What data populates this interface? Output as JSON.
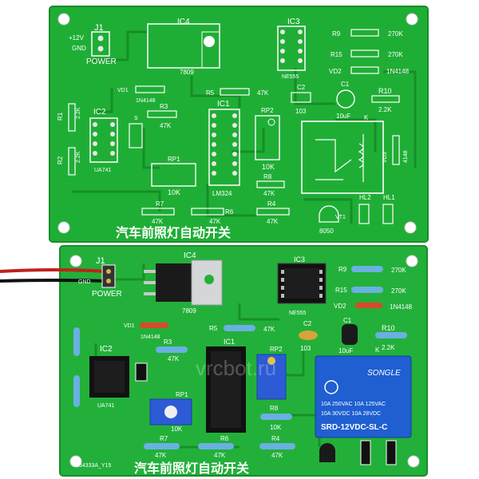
{
  "colors": {
    "pcb": "#1fae35",
    "pcb_dark": "#168a27",
    "silk": "#ffffff",
    "ic_black": "#1a1a1a",
    "relay_blue": "#1f5fd1",
    "trimmer_blue": "#2d5bd6",
    "pad": "#e8e8e8"
  },
  "top_board": {
    "title_cn": "汽车前照灯自动开关",
    "connector": {
      "ref": "J1",
      "pin1": "+12V",
      "pin2": "GND",
      "label": "POWER"
    },
    "ic4": {
      "ref": "IC4",
      "part": "7809"
    },
    "ic3": {
      "ref": "IC3",
      "part": "NE555"
    },
    "ic2": {
      "ref": "IC2",
      "part": "UA741"
    },
    "ic1": {
      "ref": "IC1",
      "part": "LM324"
    },
    "relay": {
      "ref": "K"
    },
    "r9": {
      "ref": "R9",
      "value": "270K"
    },
    "r15": {
      "ref": "R15",
      "value": "270K"
    },
    "vd2": {
      "ref": "VD2",
      "value": "1N4148"
    },
    "vd1": {
      "ref": "VD1",
      "value": "1N4148"
    },
    "c1": {
      "ref": "C1",
      "value": "10uF"
    },
    "c2": {
      "ref": "C2",
      "value": "103"
    },
    "r10": {
      "ref": "R10",
      "value": "2.2K"
    },
    "r5": {
      "ref": "R5",
      "value": "47K"
    },
    "r3": {
      "ref": "R3",
      "value": "47K"
    },
    "r1": {
      "ref": "R1",
      "value": "2.2K"
    },
    "r2": {
      "ref": "R2",
      "value": "2.2K"
    },
    "rp1": {
      "ref": "RP1",
      "value": "10K"
    },
    "rp2": {
      "ref": "RP2",
      "value": "10K"
    },
    "r8": {
      "ref": "R8",
      "value": "47K"
    },
    "r7": {
      "ref": "R7",
      "value": "47K"
    },
    "r6": {
      "ref": "R6",
      "value": "47K"
    },
    "r4": {
      "ref": "R4",
      "value": "47K"
    },
    "vd3": {
      "ref": "VD3",
      "value": "4148"
    },
    "vt1": {
      "ref": "VT1",
      "value": "8050"
    },
    "hl2": {
      "ref": "HL2"
    },
    "hl1": {
      "ref": "HL1"
    },
    "s": {
      "ref": "S"
    }
  },
  "bottom_board": {
    "title_cn": "汽车前照灯自动开关",
    "serial": "554333A_Y15",
    "connector": {
      "ref": "J1",
      "pin2": "GND",
      "label": "POWER"
    },
    "ic4": {
      "ref": "IC4",
      "part": "7809"
    },
    "ic3": {
      "ref": "IC3",
      "part": "NE555"
    },
    "ic2": {
      "ref": "IC2",
      "part": "UA741"
    },
    "ic1": {
      "ref": "IC1"
    },
    "r9": {
      "ref": "R9",
      "value": "270K"
    },
    "r15": {
      "ref": "R15",
      "value": "270K"
    },
    "vd2": {
      "ref": "VD2",
      "value": "1N4148"
    },
    "vd1": {
      "ref": "VD1",
      "value": "1N4148"
    },
    "c1": {
      "ref": "C1",
      "value": "10uF"
    },
    "c2": {
      "ref": "C2",
      "value": "103"
    },
    "r10": {
      "ref": "R10",
      "value": "2.2K"
    },
    "r5": {
      "ref": "R5",
      "value": "47K"
    },
    "r3": {
      "ref": "R3",
      "value": "47K"
    },
    "rp1": {
      "ref": "RP1",
      "value": "10K"
    },
    "rp2": {
      "ref": "RP2"
    },
    "r8": {
      "ref": "R8",
      "value": "10K"
    },
    "r7": {
      "ref": "R7",
      "value": "47K"
    },
    "r6": {
      "ref": "R6",
      "value": "47K"
    },
    "r4": {
      "ref": "R4",
      "value": "47K"
    },
    "relay": {
      "brand": "SONGLE",
      "line1": "10A 250VAC 10A 125VAC",
      "line2": "10A  30VDC 10A  28VDC",
      "model": "SRD-12VDC-SL-C",
      "ref": "K"
    },
    "watermark": "vrcbot.ru"
  }
}
